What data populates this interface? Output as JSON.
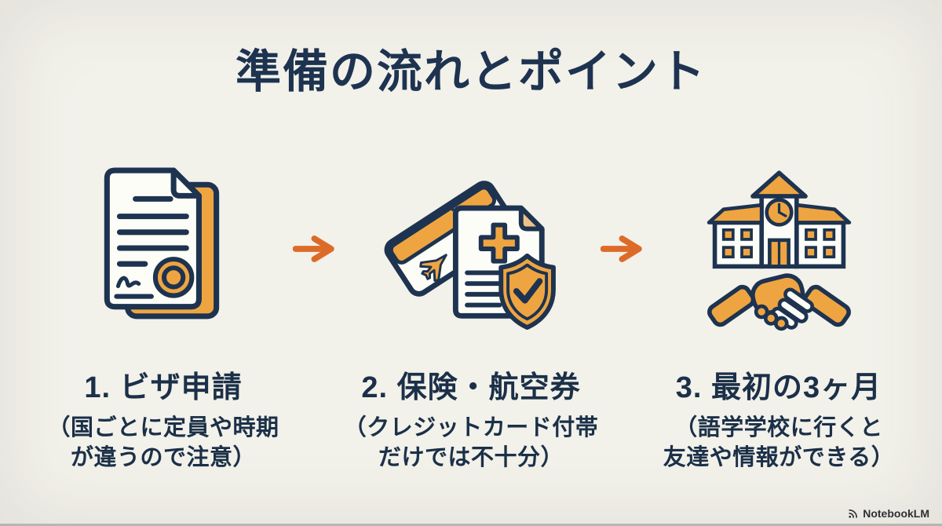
{
  "title": "準備の流れとポイント",
  "colors": {
    "navy": "#1d3350",
    "text": "#1b3048",
    "orange": "#eea541",
    "arrow": "#dd6b28",
    "bg": "#f2f1ea"
  },
  "steps": [
    {
      "icon": "visa-document-icon",
      "heading": "1. ビザ申請",
      "notes": [
        "（国ごとに定員や時期",
        "が違うので注意）"
      ]
    },
    {
      "icon": "insurance-flight-ticket-icon",
      "heading": "2. 保険・航空券",
      "notes": [
        "（クレジットカード付帯",
        "だけでは不十分）"
      ]
    },
    {
      "icon": "school-handshake-icon",
      "heading": "3. 最初の3ヶ月",
      "notes": [
        "（語学学校に行くと",
        "友達や情報ができる）"
      ]
    }
  ],
  "watermark": {
    "label": "NotebookLM"
  }
}
